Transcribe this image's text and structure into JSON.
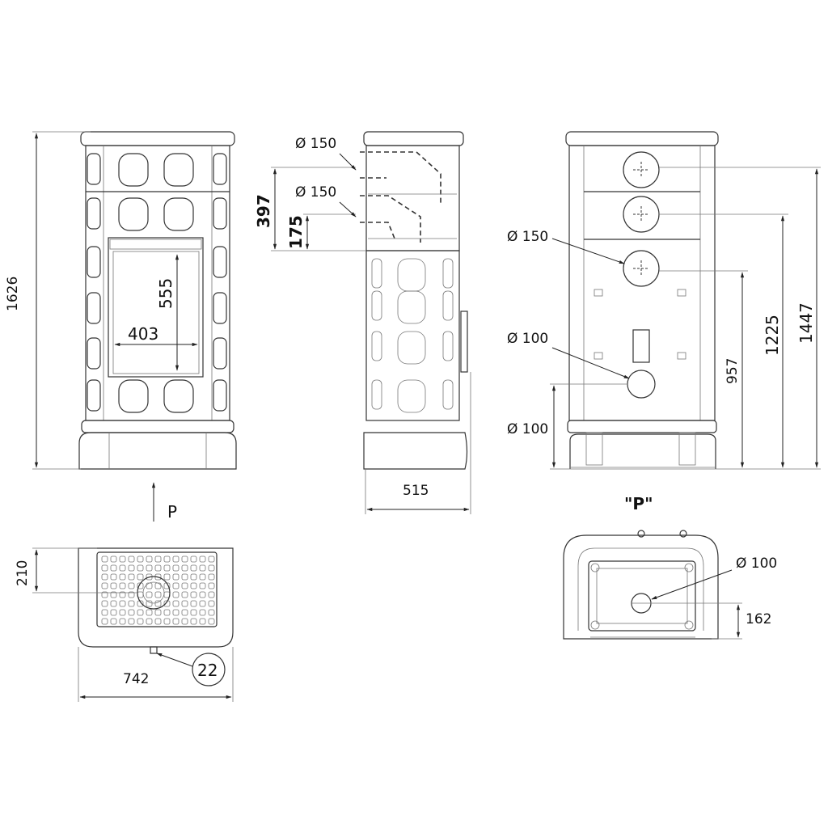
{
  "front_view": {
    "height": "1626",
    "door_height": "555",
    "door_width": "403",
    "view_arrow_label": "P"
  },
  "top_view": {
    "depth": "210",
    "width": "742",
    "callout": "22"
  },
  "side_view": {
    "flue_upper": "Ø 150",
    "flue_lower": "Ø 150",
    "upper_height": "397",
    "lower_height": "175",
    "depth": "515"
  },
  "back_view": {
    "flue_150": "Ø 150",
    "inlet_100": "Ø 100",
    "outlet_100": "Ø 100",
    "h1447": "1447",
    "h1225": "1225",
    "h957": "957"
  },
  "p_view": {
    "title": "\"P\"",
    "inlet": "Ø 100",
    "offset": "162"
  }
}
